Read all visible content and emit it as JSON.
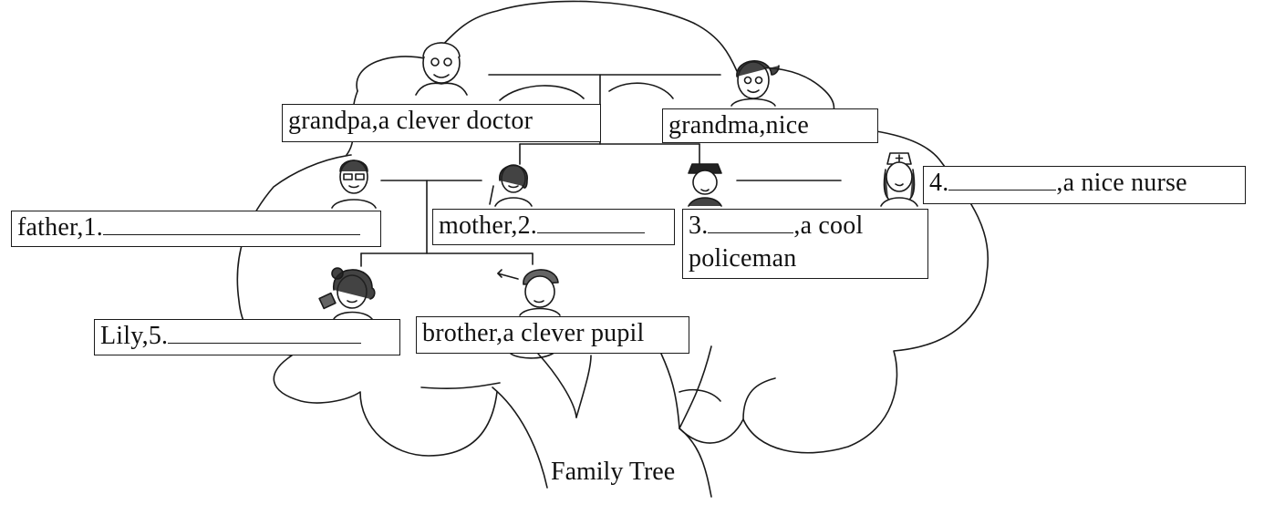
{
  "caption": "Family Tree",
  "members": {
    "grandpa": {
      "text": "grandpa,a clever doctor",
      "icon": "grandpa-icon"
    },
    "grandma": {
      "text": "grandma,nice",
      "icon": "grandma-icon"
    },
    "father": {
      "prefix": "father,1.",
      "icon": "father-icon"
    },
    "mother": {
      "prefix": "mother,2.",
      "icon": "mother-icon"
    },
    "uncle": {
      "prefix": "3.",
      "suffix": ",a cool",
      "line2": "policeman",
      "icon": "policeman-icon"
    },
    "aunt": {
      "prefix": "4.",
      "suffix": ",a nice nurse",
      "icon": "nurse-icon"
    },
    "lily": {
      "prefix": "Lily,5.",
      "icon": "girl-icon"
    },
    "brother": {
      "text": "brother,a clever pupil",
      "icon": "boy-icon"
    }
  },
  "colors": {
    "line": "#1a1a1a",
    "background": "#ffffff"
  }
}
